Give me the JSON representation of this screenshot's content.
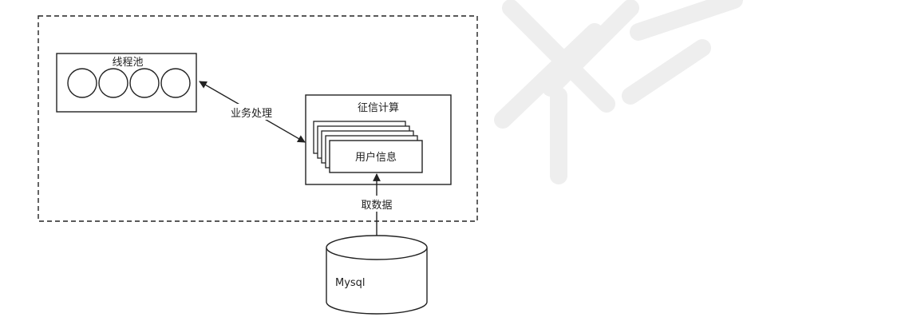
{
  "diagram": {
    "thread_pool_label": "线程池",
    "thread_count": 4,
    "business_edge_label": "业务处理",
    "credit_calc_label": "征信计算",
    "user_info_label": "用户信息",
    "fetch_edge_label": "取数据",
    "db_label": "Mysql"
  },
  "colors": {
    "stroke": "#222222",
    "watermark": "#efefef"
  }
}
